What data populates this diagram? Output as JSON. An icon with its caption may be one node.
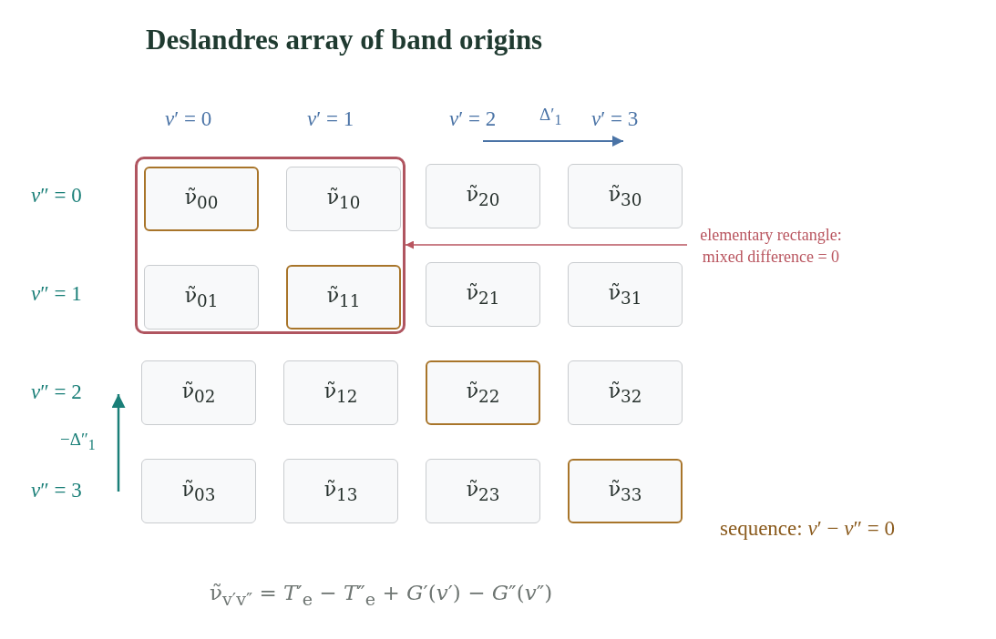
{
  "diagram": {
    "title": "Deslandres array of band origins",
    "nodes": [
      {
        "text": [],
        "shape": "box"
      },
      {
        "text": [
          "ν̃$_{00}$"
        ],
        "in": 0
      },
      {
        "text": [
          "ν̃$_{10}$"
        ],
        "in": 0
      },
      {
        "text": [
          "ν̃$_{20}$"
        ]
      },
      {
        "text": [
          "ν̃$_{30}$"
        ]
      },
      {
        "text": [
          "elementary rectangle: mixed difference = 0"
        ]
      },
      {
        "text": [
          "ν̃$_{01}$"
        ],
        "in": 0
      },
      {
        "text": [
          "ν̃$_{11}$"
        ],
        "in": 0
      },
      {
        "text": [
          "ν̃$_{21}$"
        ]
      },
      {
        "text": [
          "ν̃$_{31}$"
        ]
      },
      {
        "text": [
          "ν̃$_{02}$"
        ]
      },
      {
        "text": [
          "ν̃$_{12}$"
        ]
      },
      {
        "text": [
          "ν̃$_{22}$"
        ]
      },
      {
        "text": [
          "ν̃$_{32}$"
        ]
      },
      {
        "text": [
          "ν̃$_{03}$"
        ]
      },
      {
        "text": [
          "ν̃$_{13}$"
        ]
      },
      {
        "text": [
          "ν̃$_{23}$"
        ]
      },
      {
        "text": [
          "ν̃$_{33}$"
        ]
      }
    ],
    "edges": [
      {
        "from": 5,
        "to": 0,
        "arrow": "to"
      }
    ],
    "labels": [
      "*v*′ = 0",
      "*v*′ = 1",
      "*v*′ = 2",
      "Δ′$_{1}$",
      "*v*′ = 3",
      "*v*″ = 0",
      "*v*″ = 1",
      "*v*″ = 2",
      "−Δ″$_{1}$",
      "*v*″ = 3",
      "sequence: *v*′ − *v*″ = 0",
      "ν̃$_{v′v″}$ = *T*′$_{e}$ − *T*″$_{e}$ + *G*′(*v*′) − *G*″(*v*″)"
    ]
  }
}
